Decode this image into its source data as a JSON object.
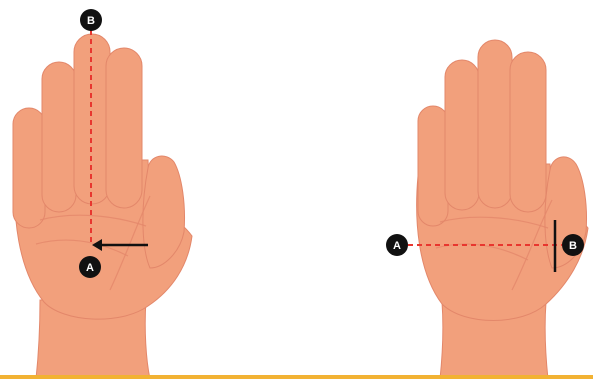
{
  "colors": {
    "skin": "#f2a07c",
    "skin_shadow": "#e3876a",
    "skin_light": "#f7b896",
    "measure_line": "#e8362f",
    "marker": "#111111",
    "bottom_bar": "#f2b233"
  },
  "left_diagram": {
    "hand": "open-palm-right-hand",
    "marker_top": "B",
    "marker_bottom": "A",
    "arrow_icon": "arrow-left-icon"
  },
  "right_diagram": {
    "hand": "open-palm-right-hand",
    "marker_left": "A",
    "marker_right": "B"
  }
}
